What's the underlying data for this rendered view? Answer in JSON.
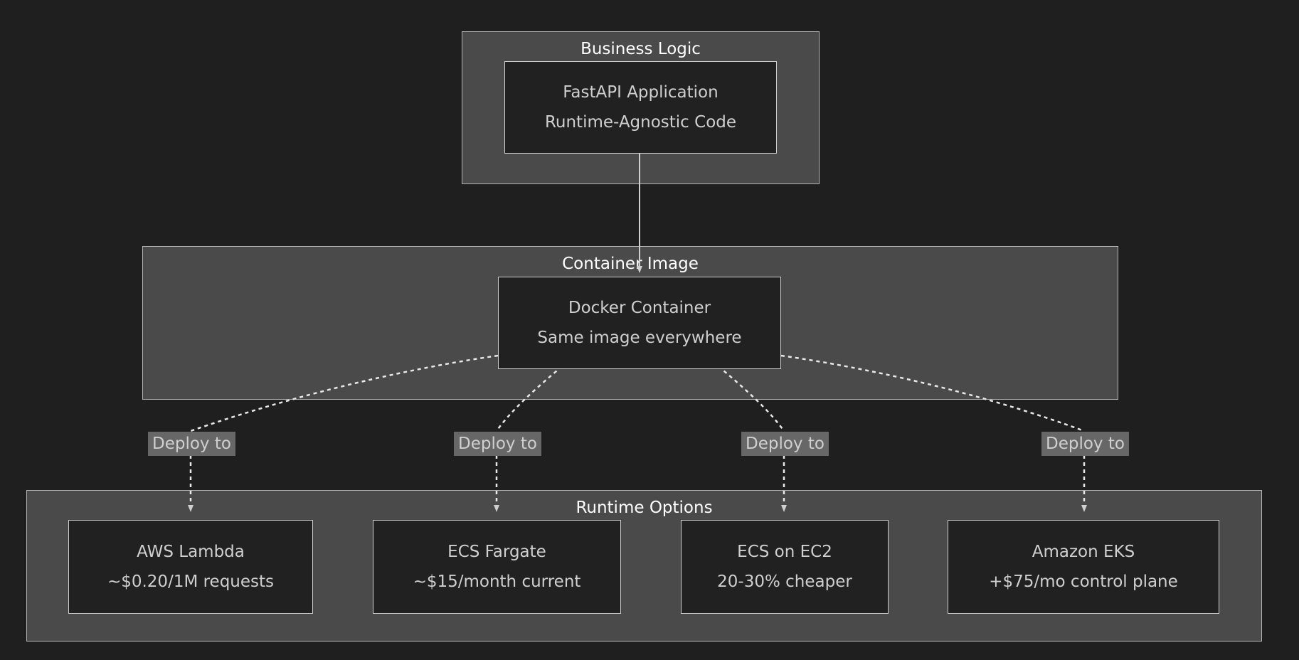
{
  "diagram": {
    "type": "flowchart",
    "background_color": "#1f1f1f",
    "cluster_fill": "#4a4a4a",
    "cluster_border": "#b4b4b4",
    "node_fill": "#212121",
    "node_border": "#cfcfcf",
    "node_text_color": "#cfcfcf",
    "cluster_label_color": "#ffffff",
    "edge_color": "#cfcfcf",
    "edge_label_bg": "#676767"
  },
  "clusters": [
    {
      "id": "business-logic",
      "label": "Business Logic"
    },
    {
      "id": "container-image",
      "label": "Container Image"
    },
    {
      "id": "runtime-options",
      "label": "Runtime Options"
    }
  ],
  "nodes": [
    {
      "id": "fastapi",
      "line1": "FastAPI Application",
      "line2": "Runtime-Agnostic Code"
    },
    {
      "id": "docker",
      "line1": "Docker Container",
      "line2": "Same image everywhere"
    },
    {
      "id": "lambda",
      "line1": "AWS Lambda",
      "line2": "~$0.20/1M requests"
    },
    {
      "id": "fargate",
      "line1": "ECS Fargate",
      "line2": "~$15/month current"
    },
    {
      "id": "ecs-ec2",
      "line1": "ECS on EC2",
      "line2": "20-30% cheaper"
    },
    {
      "id": "eks",
      "line1": "Amazon EKS",
      "line2": "+$75/mo control plane"
    }
  ],
  "edges": [
    {
      "id": "fastapi-to-docker",
      "label": "",
      "style": "solid"
    },
    {
      "id": "docker-to-lambda",
      "label": "Deploy to",
      "style": "dashed"
    },
    {
      "id": "docker-to-fargate",
      "label": "Deploy to",
      "style": "dashed"
    },
    {
      "id": "docker-to-ecs-ec2",
      "label": "Deploy to",
      "style": "dashed"
    },
    {
      "id": "docker-to-eks",
      "label": "Deploy to",
      "style": "dashed"
    }
  ]
}
